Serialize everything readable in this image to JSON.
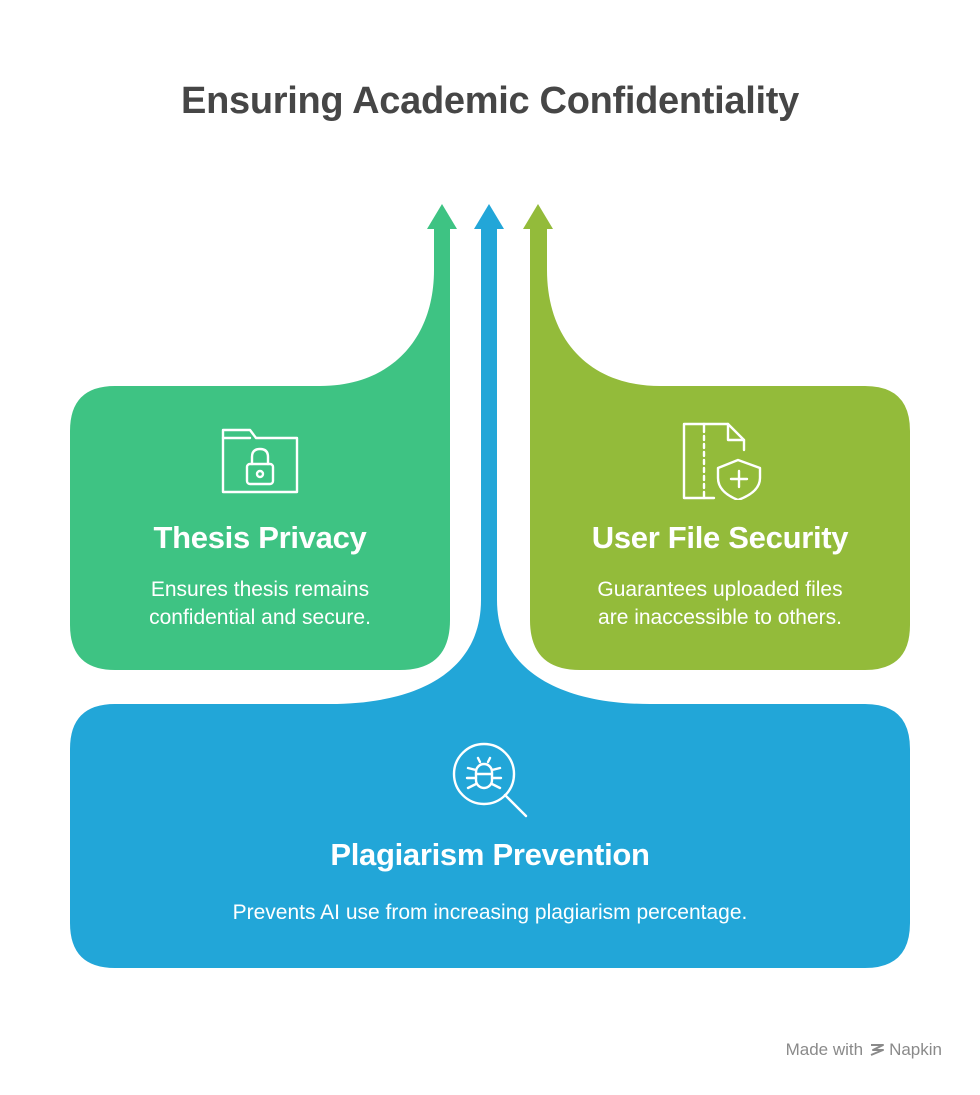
{
  "title": "Ensuring Academic Confidentiality",
  "colors": {
    "green": "#3ec383",
    "lime": "#93bb3a",
    "blue": "#22a6d8",
    "title": "#464646"
  },
  "cards": {
    "thesis": {
      "title": "Thesis Privacy",
      "desc_lines": [
        "Ensures thesis remains",
        "confidential and secure."
      ],
      "icon": "folder-lock-icon"
    },
    "user_file": {
      "title": "User File Security",
      "desc_lines": [
        "Guarantees uploaded files",
        "are inaccessible to others."
      ],
      "icon": "file-shield-icon"
    },
    "plagiarism": {
      "title": "Plagiarism Prevention",
      "desc_lines": [
        "Prevents AI use from increasing plagiarism percentage."
      ],
      "icon": "bug-search-icon"
    }
  },
  "footer": {
    "made_with": "Made with",
    "brand": "Napkin"
  }
}
